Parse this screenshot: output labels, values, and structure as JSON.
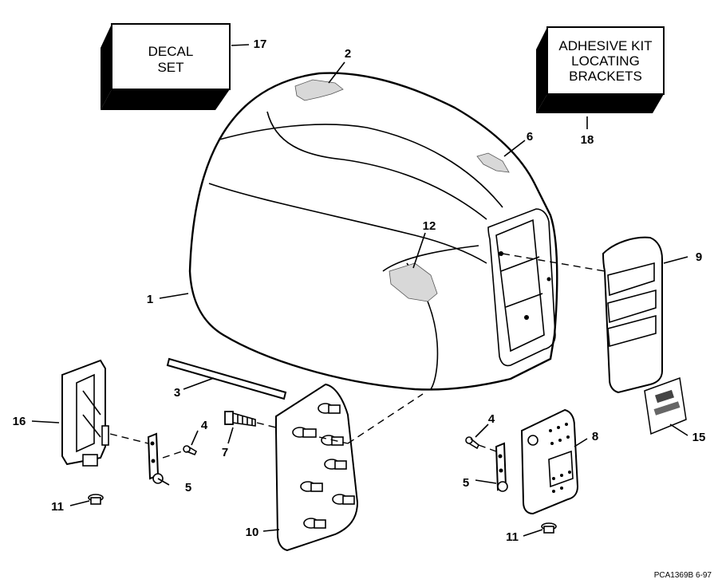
{
  "boxes": {
    "decal_line1": "DECAL",
    "decal_line2": "SET",
    "adhesive_line1": "ADHESIVE KIT",
    "adhesive_line2": "LOCATING",
    "adhesive_line3": "BRACKETS"
  },
  "callouts": {
    "c1": "1",
    "c2": "2",
    "c3": "3",
    "c4a": "4",
    "c4b": "4",
    "c5a": "5",
    "c5b": "5",
    "c6": "6",
    "c7": "7",
    "c8": "8",
    "c9": "9",
    "c10": "10",
    "c11a": "11",
    "c11b": "11",
    "c12": "12",
    "c15": "15",
    "c16": "16",
    "c17": "17",
    "c18": "18"
  },
  "footer": {
    "drawing_code": "PCA1369B  6-97"
  }
}
